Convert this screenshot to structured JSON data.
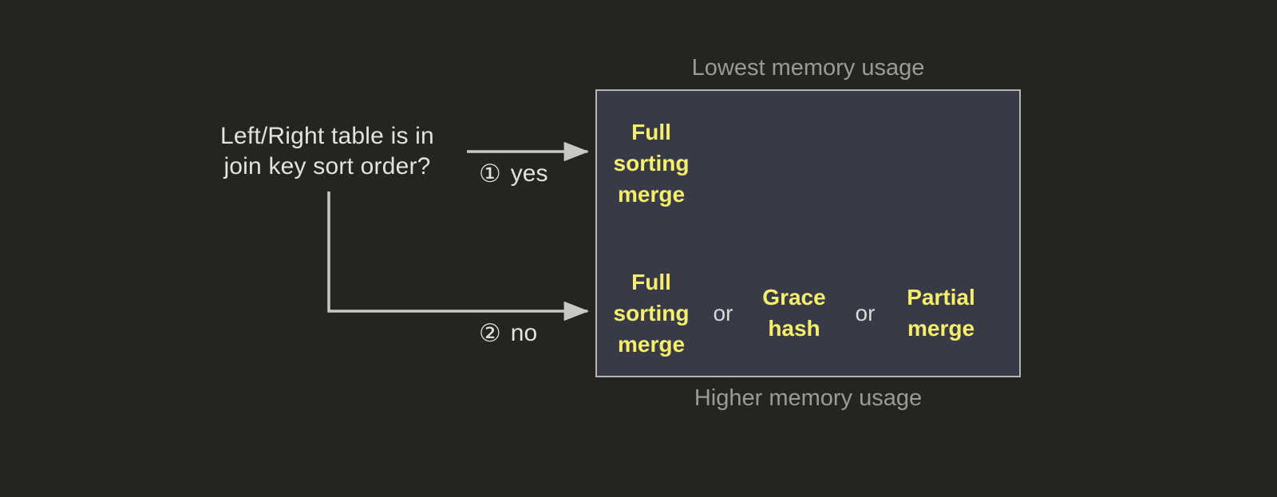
{
  "colors": {
    "background": "#26241f",
    "box_fill": "#383b47",
    "box_border": "#b6b6b6",
    "option_text": "#f7ef6c",
    "body_text": "#e2e2e2",
    "caption_text": "#9a9a96",
    "connector": "#c8c8c4"
  },
  "decision": {
    "question": "Left/Right table is in\njoin key sort order?"
  },
  "branches": [
    {
      "marker": "①",
      "label": "yes",
      "name": "yes"
    },
    {
      "marker": "②",
      "label": "no",
      "name": "no"
    }
  ],
  "captions": {
    "top": "Lowest memory usage",
    "bottom": "Higher memory usage"
  },
  "outcomes": {
    "sorted": {
      "options": [
        "Full\nsorting\nmerge"
      ],
      "conjunctions": []
    },
    "unsorted": {
      "options": [
        "Full\nsorting\nmerge",
        "Grace\nhash",
        "Partial\nmerge"
      ],
      "conjunctions": [
        "or",
        "or"
      ]
    }
  }
}
